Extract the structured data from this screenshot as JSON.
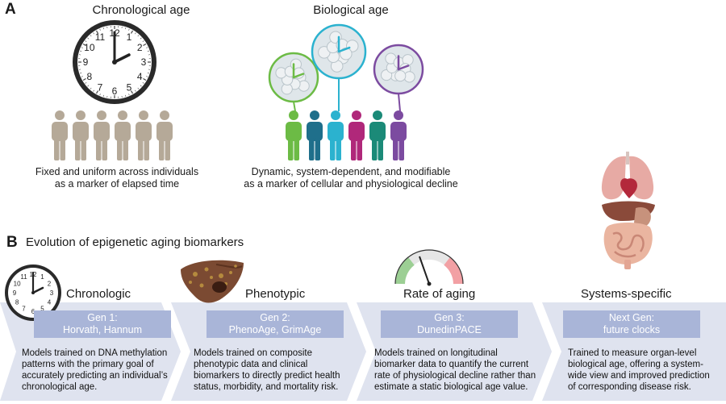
{
  "panel_a": {
    "letter": "A",
    "chronological": {
      "title": "Chronological age",
      "caption_line1": "Fixed and uniform across individuals",
      "caption_line2": "as a marker of elapsed time",
      "clock_numbers": [
        "12",
        "1",
        "2",
        "3",
        "4",
        "5",
        "6",
        "7",
        "8",
        "9",
        "10",
        "11"
      ],
      "person_color": "#b5a998"
    },
    "biological": {
      "title": "Biological age",
      "caption_line1": "Dynamic, system-dependent, and modifiable",
      "caption_line2": "as a marker of cellular and physiological decline",
      "person_colors": [
        "#6cbb45",
        "#1f6f8b",
        "#2bb2cf",
        "#b0287a",
        "#1b8a78",
        "#7c4ba0"
      ],
      "bubble_colors": [
        "#6cbb45",
        "#2bb2cf",
        "#7c4ba0"
      ]
    }
  },
  "panel_b": {
    "letter": "B",
    "title": "Evolution of epigenetic aging biomarkers",
    "stages": [
      {
        "title": "Chronologic",
        "gen_line1": "Gen 1:",
        "gen_line2": "Horvath, Hannum",
        "desc": [
          "Models trained on DNA methylation",
          "patterns with the primary goal of",
          "accurately predicting an individual’s",
          "chronological age."
        ]
      },
      {
        "title": "Phenotypic",
        "gen_line1": "Gen 2:",
        "gen_line2": "PhenoAge, GrimAge",
        "desc": [
          "Models trained on composite",
          "phenotypic data and clinical",
          "biomarkers to directly predict health",
          "status, morbidity, and mortality risk."
        ]
      },
      {
        "title": "Rate of aging",
        "gen_line1": "Gen 3:",
        "gen_line2": "DunedinPACE",
        "desc": [
          "Models trained on longitudinal",
          "biomarker data to quantify the current",
          "rate of physiological decline rather than",
          "estimate a static biological age value."
        ]
      },
      {
        "title": "Systems-specific",
        "gen_line1": "Next Gen:",
        "gen_line2": "future clocks",
        "desc": [
          "Trained to measure organ-level",
          "biological age, offering a system-",
          "wide view and improved prediction",
          "of corresponding disease risk."
        ]
      }
    ],
    "colors": {
      "chevron": "#dfe3ef",
      "gen_box": "#a9b5d8"
    }
  }
}
